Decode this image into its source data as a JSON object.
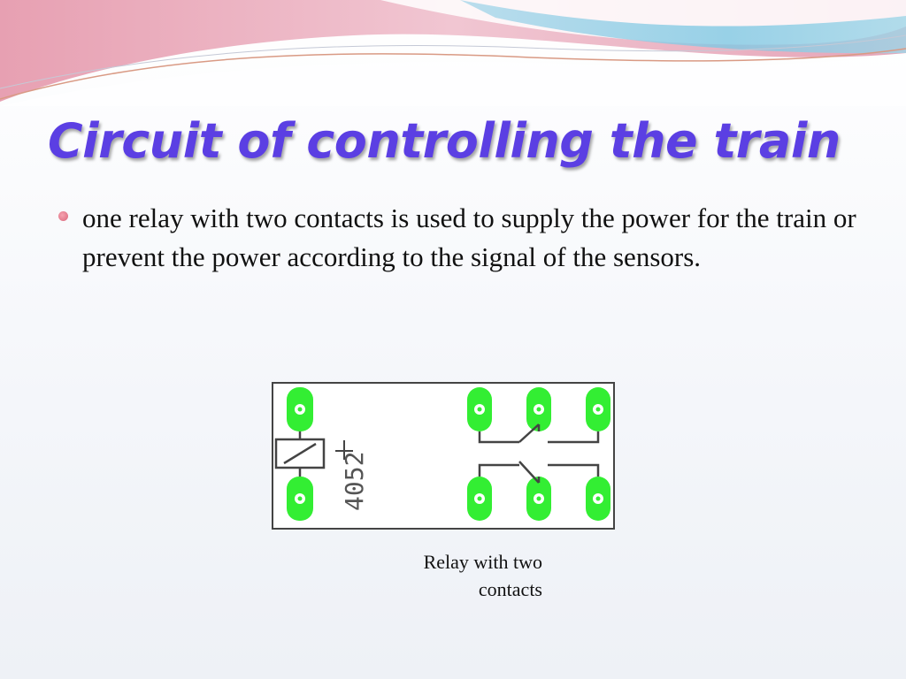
{
  "slide": {
    "title": "Circuit of controlling the train",
    "bullets": [
      "one relay with two contacts is used to supply the power for the train or prevent the power according to the signal of the sensors."
    ],
    "figure": {
      "component_label": "4052",
      "caption": "Relay with two contacts"
    }
  },
  "colors": {
    "title": "#5b3fe3",
    "pad_green": "#33ee33",
    "bullet": "#e07585",
    "wave_pink": "#e9aab8",
    "wave_blue": "#9fd6e8"
  }
}
